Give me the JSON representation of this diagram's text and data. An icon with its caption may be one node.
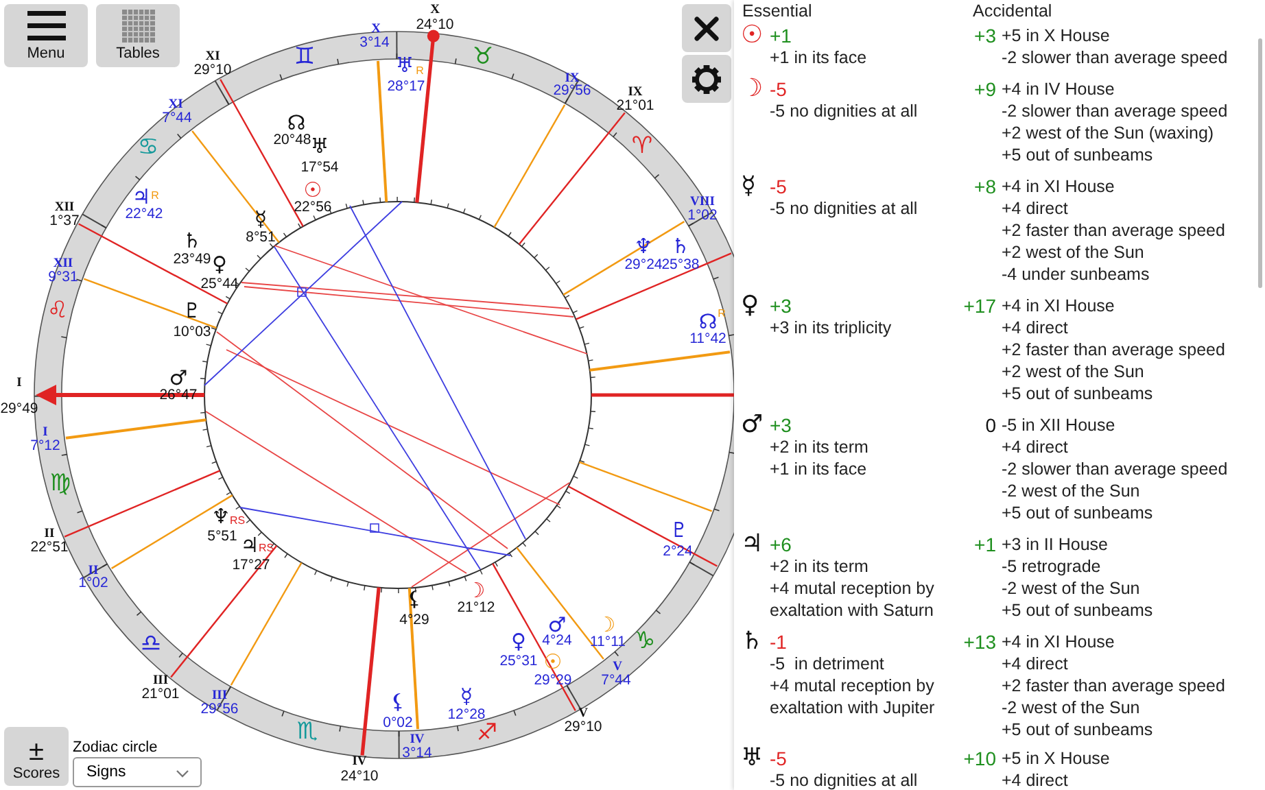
{
  "diagram": {
    "labels": [
      "Menu",
      "Tables",
      "±",
      "Scores",
      "Zodiac circle",
      "Signs",
      "X",
      "24°10",
      "XI",
      "29°10",
      "XII",
      "1°37",
      "I",
      "29°49",
      "II",
      "22°51",
      "III",
      "21°01",
      "IV",
      "24°10",
      "V",
      "29°10",
      "IX",
      "21°01",
      "X",
      "3°14",
      "XI",
      "7°44",
      "XII",
      "9°31",
      "I",
      "7°12",
      "II",
      "1°02",
      "III",
      "29°56",
      "IV",
      "3°14",
      "V",
      "7°44",
      "VIII",
      "1°02",
      "IX",
      "29°56",
      "♊",
      "♉",
      "♋",
      "♈",
      "♌",
      "♍",
      "♎",
      "♑",
      "♏",
      "♐",
      "☊",
      "20°48",
      "♅",
      "17°54",
      "☉",
      "22°56",
      "☿",
      "8°51",
      "♄",
      "23°49",
      "♀",
      "25°44",
      "♇",
      "10°03",
      "♂",
      "26°47",
      "♆",
      "RS",
      "5°51",
      "♃",
      "RS",
      "17°27",
      "⚸",
      "4°29",
      "☽",
      "21°12",
      "♅",
      "R",
      "28°17",
      "♃",
      "R",
      "22°42",
      "♆",
      "29°24",
      "♄",
      "25°38",
      "☊",
      "R",
      "11°42",
      "♇",
      "2°24",
      "♂",
      "4°24",
      "☽",
      "11°11",
      "♀",
      "25°31",
      "☉",
      "29°29",
      "☿",
      "12°28",
      "⚸",
      "0°02",
      "Essential",
      "Accidental",
      "☉",
      "+1",
      "+1 in its face",
      "+3",
      "+5 in X House",
      "-2 slower than average speed",
      "☽",
      "-5",
      "-5 no dignities at all",
      "+9",
      "+4 in IV House",
      "-2 slower than average speed",
      "+2 west of the Sun (waxing)",
      "+5 out of sunbeams",
      "☿",
      "-5",
      "-5 no dignities at all",
      "+8",
      "+4 in XI House",
      "+4 direct",
      "+2 faster than average speed",
      "+2 west of the Sun",
      "-4 under sunbeams",
      "♀",
      "+3",
      "+3 in its triplicity",
      "+17",
      "+4 in XI House",
      "+4 direct",
      "+2 faster than average speed",
      "+2 west of the Sun",
      "+5 out of sunbeams",
      "♂",
      "+3",
      "+2 in its term",
      "+1 in its face",
      "0",
      "-5 in XII House",
      "+4 direct",
      "-2 slower than average speed",
      "-2 west of the Sun",
      "+5 out of sunbeams",
      "♃",
      "+6",
      "+2 in its term",
      "+4 mutal reception by exaltation with Saturn",
      "+1",
      "+3 in II House",
      "-5 retrograde",
      "-2 west of the Sun",
      "+5 out of sunbeams",
      "♄",
      "-1",
      "-5  in detriment",
      "+4 mutal reception by exaltation with Jupiter",
      "+13",
      "+4 in XI House",
      "+4 direct",
      "+2 faster than average speed",
      "-2 west of the Sun",
      "+5 out of sunbeams",
      "♅",
      "-5",
      "-5 no dignities at all",
      "+10",
      "+5 in X House",
      "+4 direct"
    ]
  }
}
